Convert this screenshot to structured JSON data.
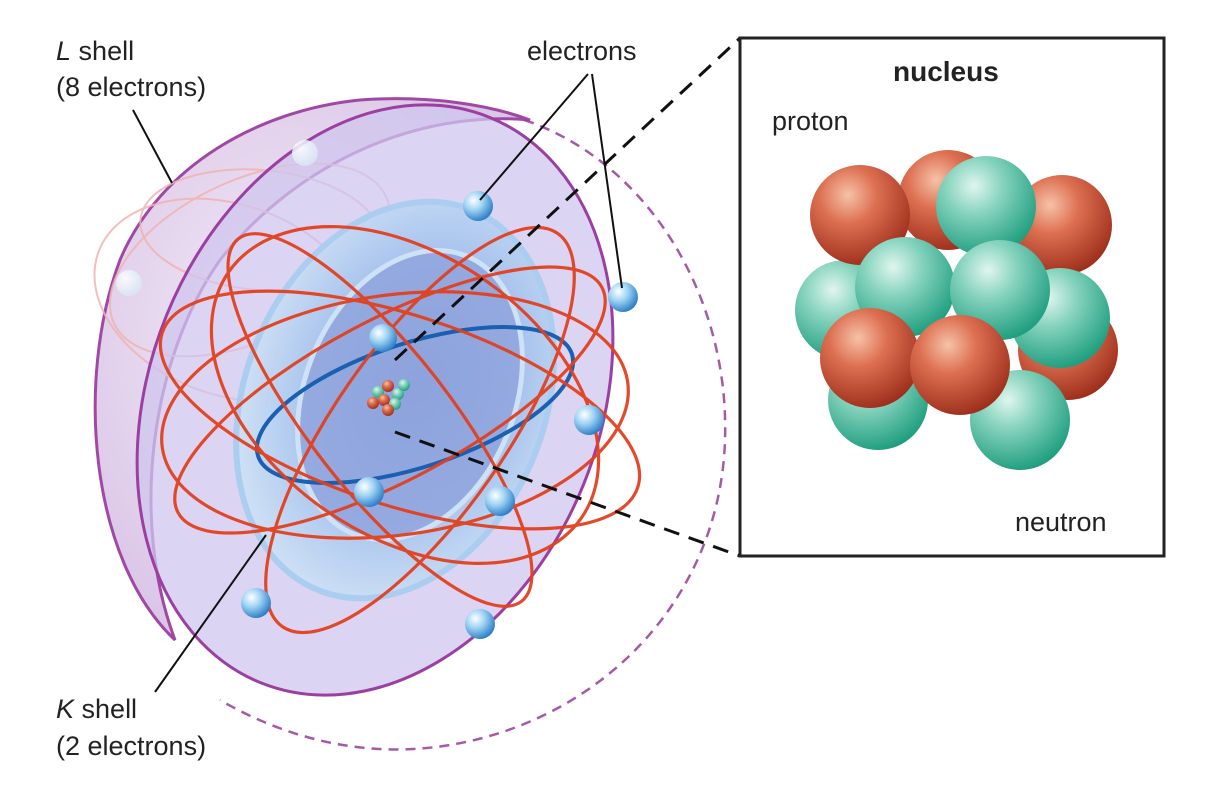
{
  "labels": {
    "l_shell_letter": "L",
    "l_shell_word": "shell",
    "l_shell_count": "(8 electrons)",
    "k_shell_letter": "K",
    "k_shell_word": "shell",
    "k_shell_count": "(2 electrons)",
    "electrons": "electrons",
    "nucleus_title": "nucleus",
    "proton": "proton",
    "neutron": "neutron"
  },
  "colors": {
    "l_shell_outline": "#9b3fa0",
    "l_shell_fill": "#e7d6ee",
    "k_shell_fill": "#bcd3f0",
    "l_orbit": "#e2401f",
    "k_orbit": "#1a5fb0",
    "electron": "#8ec9f0",
    "proton": "#cf5a3e",
    "neutron": "#5fc0a6",
    "box_border": "#222222"
  },
  "icons": [
    "electron-sphere",
    "proton-sphere",
    "neutron-sphere"
  ]
}
